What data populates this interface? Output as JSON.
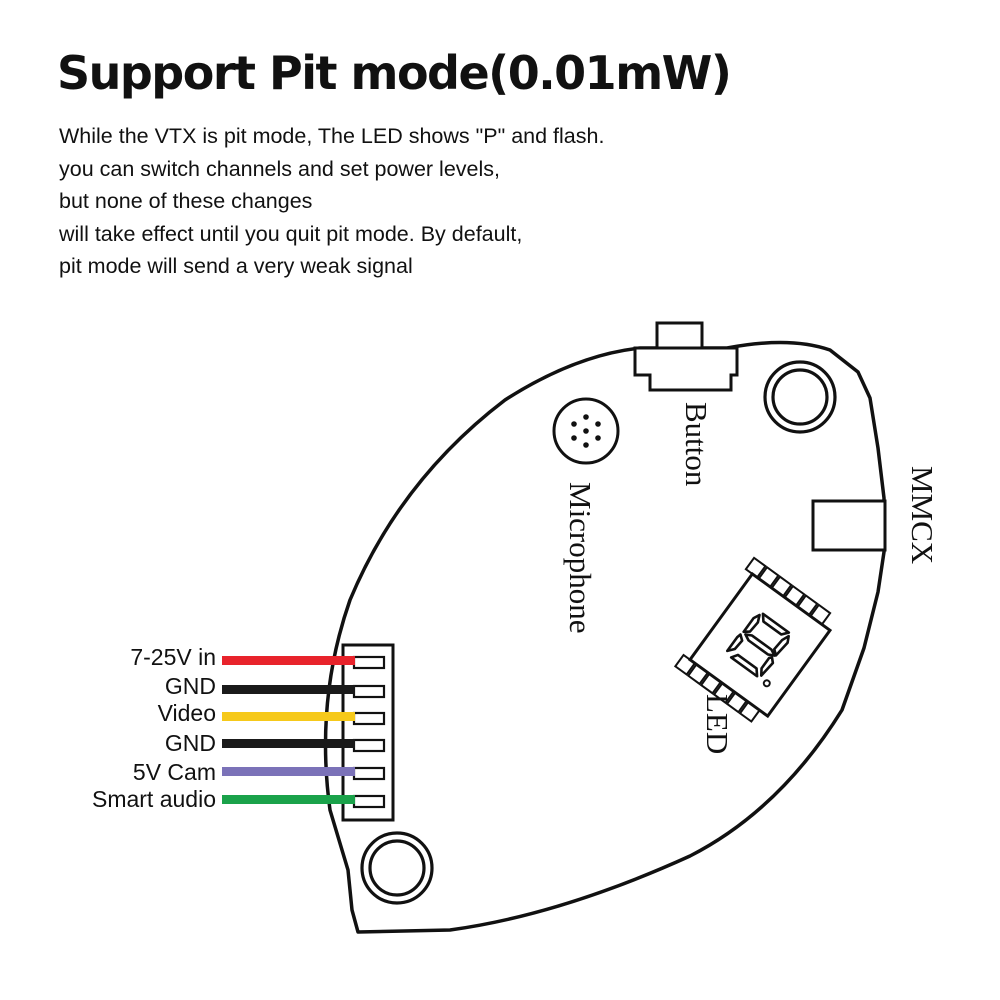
{
  "header": {
    "title": "Support Pit mode(0.01mW)",
    "description_lines": [
      "While the VTX is pit mode, The LED shows \"P\" and flash.",
      "you can switch channels and set power levels,",
      "but none of these changes",
      "will take effect until you quit pit mode. By default,",
      "pit mode will send a very weak signal"
    ]
  },
  "diagram": {
    "components": {
      "button": "Button",
      "microphone": "Microphone",
      "mmcx": "MMCX",
      "led": "LED"
    },
    "wires": [
      {
        "label": "7-25V in",
        "color": "#e8232b"
      },
      {
        "label": "GND",
        "color": "#1a1a1a"
      },
      {
        "label": "Video",
        "color": "#f6c91a"
      },
      {
        "label": "GND",
        "color": "#1a1a1a"
      },
      {
        "label": "5V Cam",
        "color": "#7b72b8"
      },
      {
        "label": "Smart audio",
        "color": "#1aa24a"
      }
    ]
  }
}
